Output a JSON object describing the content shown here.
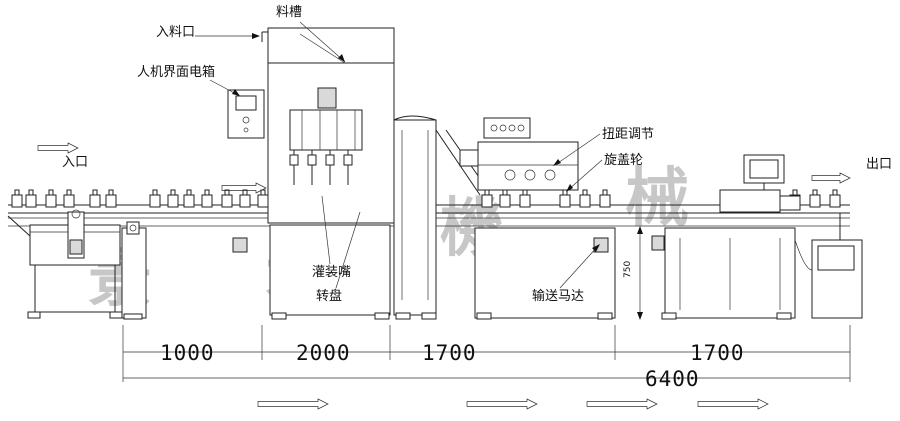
{
  "labels": {
    "hopper": "料槽",
    "inlet_material": "入料口",
    "hmi_box": "人机界面电箱",
    "inlet": "入口",
    "outlet": "出口",
    "pitch_adjust": "扭距调节",
    "capping_wheel": "旋盖轮",
    "filling_nozzle": "灌装嘴",
    "turntable": "转盘",
    "conveyor_motor": "输送马达",
    "height": "750"
  },
  "dimensions": {
    "seg1": "1000",
    "seg2": "2000",
    "seg3": "1700",
    "seg4": "1700",
    "total": "6400"
  },
  "watermark": [
    "景",
    "天",
    "機",
    "械"
  ]
}
